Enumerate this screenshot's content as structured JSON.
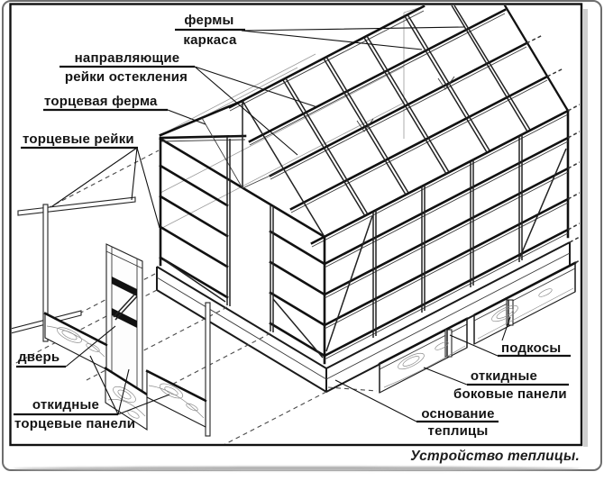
{
  "figure": {
    "caption": "Устройство теплицы.",
    "subject": "Схема устройства каркасной теплицы (изометрический вид с разнесёнными деталями)"
  },
  "labels": {
    "frame_trusses": {
      "line1": "фермы",
      "line2": "каркаса"
    },
    "glazing_guide_rails": {
      "line1": "направляющие",
      "line2": "рейки остекления"
    },
    "end_truss": {
      "text": "торцевая ферма"
    },
    "end_rails": {
      "text": "торцевые рейки"
    },
    "door": {
      "text": "дверь"
    },
    "hinged_end_panels": {
      "line1": "откидные",
      "line2": "торцевые панели"
    },
    "braces": {
      "text": "подкосы"
    },
    "hinged_side_panels": {
      "line1": "откидные",
      "line2": "боковые панели"
    },
    "base": {
      "line1": "основание",
      "line2": "теплицы"
    }
  },
  "colors": {
    "line": "#111111",
    "background": "#ffffff",
    "card_border": "#6e6e6e",
    "shadow": "#bdbdbd"
  }
}
